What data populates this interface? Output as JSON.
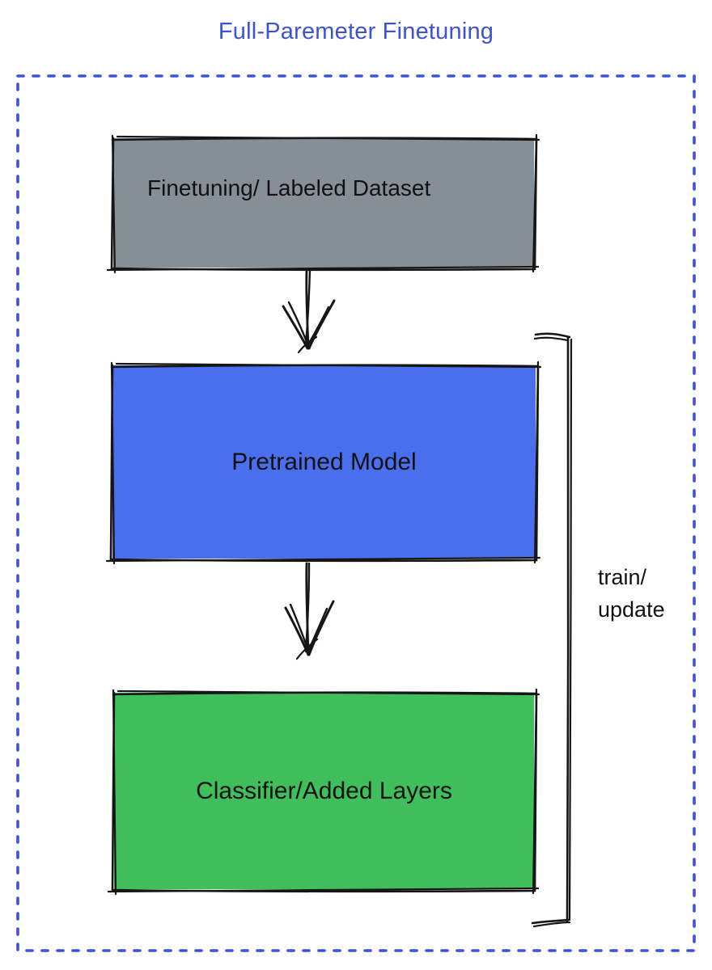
{
  "title": {
    "text": "Full-Paremeter Finetuning"
  },
  "boxes": {
    "dataset": {
      "label": "Finetuning/ Labeled Dataset"
    },
    "pretrained": {
      "label": "Pretrained Model"
    },
    "classifier": {
      "label": "Classifier/Added Layers"
    }
  },
  "bracket": {
    "label": "train/\nupdate"
  },
  "colors": {
    "accent": "#3D52D5",
    "ink": "#111111",
    "sketch": "#161616",
    "box-gray": "#868E96",
    "box-blue": "#4A6FEE",
    "box-green": "#40BE5C",
    "background": "#FFFFFF"
  }
}
